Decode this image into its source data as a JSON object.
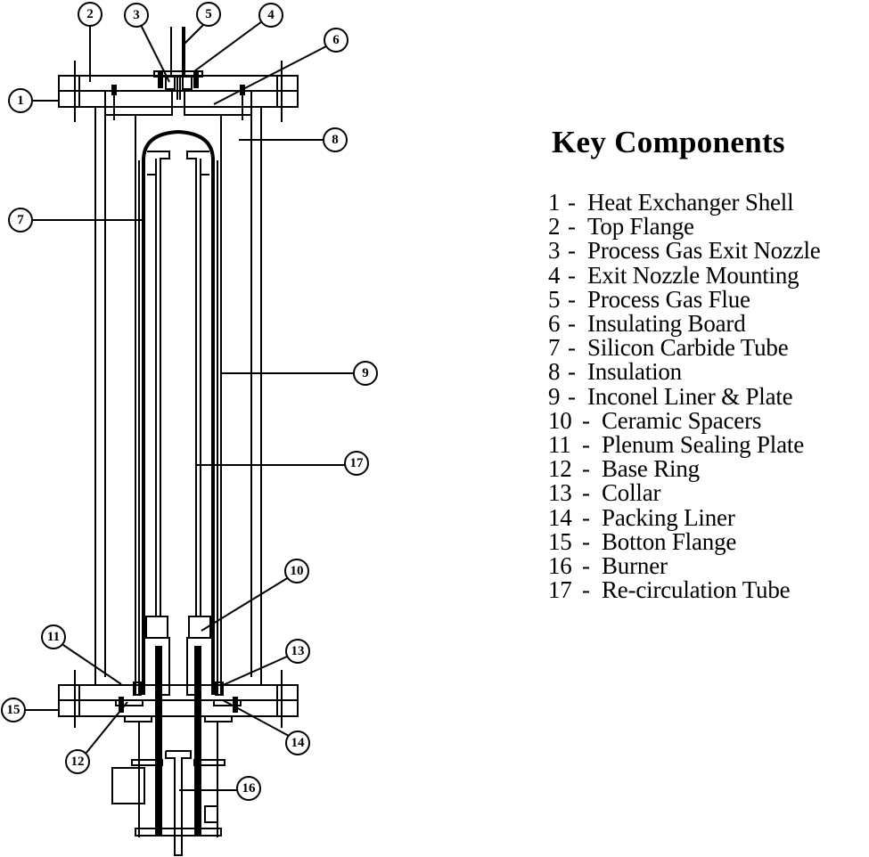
{
  "title": "Key Components",
  "components": [
    {
      "num": "1",
      "sep": " -",
      "name": "Heat Exchanger Shell"
    },
    {
      "num": "2",
      "sep": " -",
      "name": "Top Flange"
    },
    {
      "num": "3",
      "sep": " -",
      "name": "Process Gas Exit Nozzle"
    },
    {
      "num": "4",
      "sep": " -",
      "name": "Exit Nozzle Mounting"
    },
    {
      "num": "5",
      "sep": " -",
      "name": "Process Gas Flue"
    },
    {
      "num": "6",
      "sep": " -",
      "name": "Insulating Board"
    },
    {
      "num": "7",
      "sep": " -",
      "name": "Silicon Carbide Tube"
    },
    {
      "num": "8",
      "sep": " -",
      "name": "Insulation"
    },
    {
      "num": "9",
      "sep": " -",
      "name": "Inconel Liner & Plate"
    },
    {
      "num": "10",
      "sep": "-",
      "name": "Ceramic Spacers"
    },
    {
      "num": "11",
      "sep": "-",
      "name": "Plenum Sealing Plate"
    },
    {
      "num": "12",
      "sep": "-",
      "name": "Base Ring"
    },
    {
      "num": "13",
      "sep": "-",
      "name": "Collar"
    },
    {
      "num": "14",
      "sep": "-",
      "name": "Packing Liner"
    },
    {
      "num": "15",
      "sep": "-",
      "name": "Botton Flange"
    },
    {
      "num": "16",
      "sep": "-",
      "name": "Burner"
    },
    {
      "num": "17",
      "sep": "-",
      "name": "Re-circulation Tube"
    }
  ],
  "callouts": [
    "1",
    "2",
    "3",
    "4",
    "5",
    "6",
    "7",
    "8",
    "9",
    "10",
    "11",
    "12",
    "13",
    "14",
    "15",
    "16",
    "17"
  ],
  "colors": {
    "ink": "#000000",
    "background": "#ffffff"
  }
}
